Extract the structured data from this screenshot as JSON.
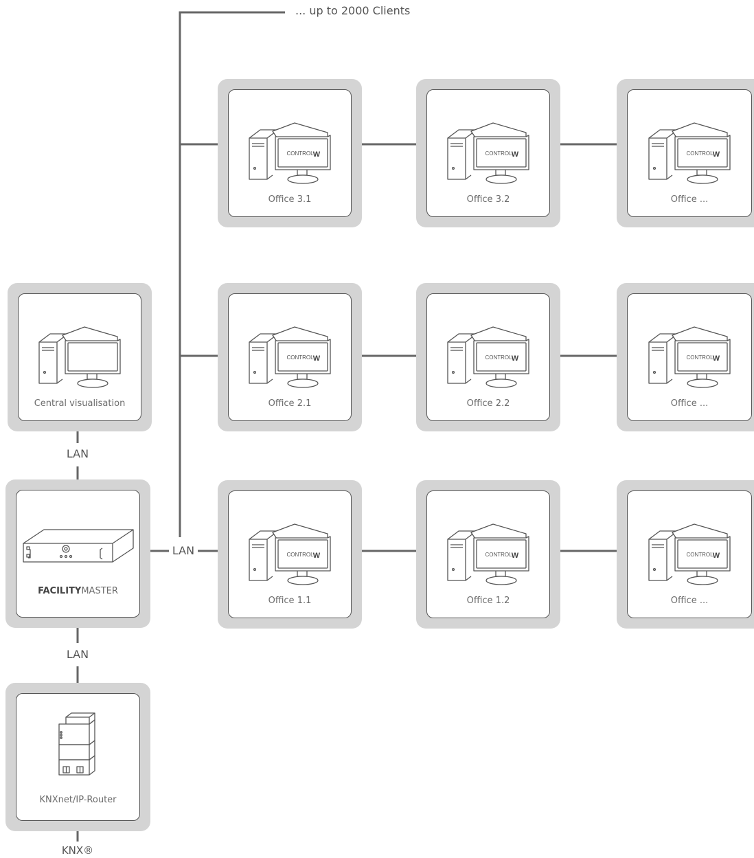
{
  "clients_label": "... up to 2000 Clients",
  "lan_label": "LAN",
  "knx_label": "KNX®",
  "central": {
    "label": "Central visualisation"
  },
  "facility_master": {
    "label_bold": "FACILITY",
    "label_rest": "MASTER"
  },
  "router": {
    "label": "KNXnet/IP-Router"
  },
  "screen_brand": {
    "text": "CONTROL",
    "mark": "W"
  },
  "offices": {
    "o31": "Office 3.1",
    "o32": "Office 3.2",
    "o33": "Office ...",
    "o21": "Office 2.1",
    "o22": "Office 2.2",
    "o23": "Office ...",
    "o11": "Office 1.1",
    "o12": "Office 1.2",
    "o13": "Office ..."
  },
  "icons": {
    "workstation": "workstation-icon",
    "server": "rack-server-icon",
    "router": "din-rail-router-icon"
  },
  "colors": {
    "frame": "#d4d4d4",
    "line": "#666666",
    "stroke": "#555555"
  }
}
